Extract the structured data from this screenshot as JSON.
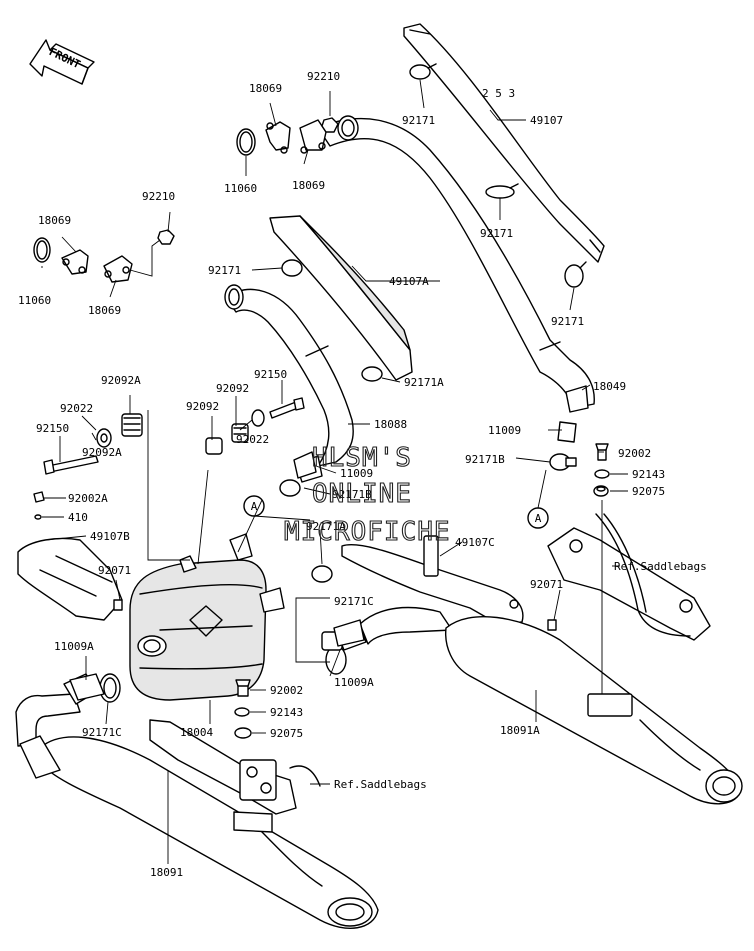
{
  "front_label": "FRONT",
  "watermark": [
    "HLSM'S",
    "ONLINE",
    "MICROFICHE"
  ],
  "refs": {
    "saddlebags_right": "Ref.Saddlebags",
    "saddlebags_bottom": "Ref.Saddlebags"
  },
  "callouts": {
    "a_upper": "A",
    "a_right": "A"
  },
  "labels": {
    "p18069_a": "18069",
    "p92210_a": "92210",
    "p11060_a": "11060",
    "p18069_b": "18069",
    "p92171_a": "92171",
    "p49107": "49107",
    "p92171_b": "92171",
    "p92171_c": "92171",
    "p92210_b": "92210",
    "p18069_c": "18069",
    "p11060_b": "11060",
    "p18069_d": "18069",
    "p92171_d": "92171",
    "p49107A": "49107A",
    "p92171A_a": "92171A",
    "p18049": "18049",
    "p92092A_a": "92092A",
    "p92092_a": "92092",
    "p92150_a": "92150",
    "p92092_b": "92092",
    "p92022_a": "92022",
    "p18088": "18088",
    "p92150_b": "92150",
    "p92092A_b": "92092A",
    "p92022_b": "92022",
    "p11009_a": "11009",
    "p11009_b": "11009",
    "p92171B_a": "92171B",
    "p92171B_b": "92171B",
    "p92002_a": "92002",
    "p92143_a": "92143",
    "p92075_a": "92075",
    "p92002A": "92002A",
    "p410": "410",
    "p49107B": "49107B",
    "p92171A_b": "92171A",
    "p49107C": "49107C",
    "p92071_a": "92071",
    "p92071_b": "92071",
    "p92171C_a": "92171C",
    "p11009A_a": "11009A",
    "p11009A_b": "11009A",
    "p92171C_b": "92171C",
    "p92002_b": "92002",
    "p92143_b": "92143",
    "p92075_b": "92075",
    "p18004": "18004",
    "p18091A": "18091A",
    "p18091": "18091"
  }
}
